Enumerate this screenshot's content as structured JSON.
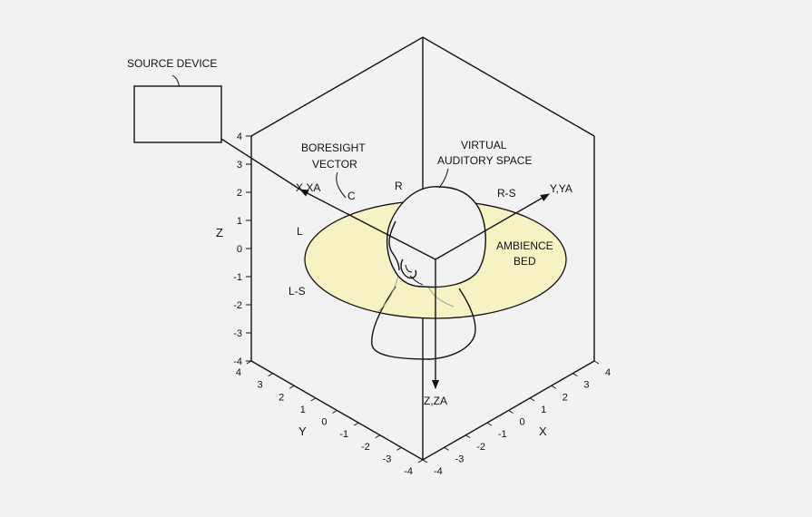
{
  "source_device": {
    "label": "SOURCE DEVICE"
  },
  "boresight": {
    "line1": "BORESIGHT",
    "line2": "VECTOR"
  },
  "virtual_space": {
    "line1": "VIRTUAL",
    "line2": "AUDITORY SPACE"
  },
  "ambience": {
    "line1": "AMBIENCE",
    "line2": "BED"
  },
  "axes": {
    "x_axis": "X,XA",
    "y_axis": "Y,YA",
    "z_axis": "Z,ZA"
  },
  "channels": {
    "c": "C",
    "r": "R",
    "l": "L",
    "ls": "L-S",
    "rs": "R-S"
  },
  "frame": {
    "z_title": "Z",
    "y_title": "Y",
    "x_title": "X",
    "z_ticks": [
      "4",
      "3",
      "2",
      "1",
      "0",
      "-1",
      "-2",
      "-3",
      "-4"
    ],
    "y_ticks": [
      "4",
      "3",
      "2",
      "1",
      "0",
      "-1",
      "-2",
      "-3",
      "-4"
    ],
    "x_ticks": [
      "-4",
      "-3",
      "-2",
      "-1",
      "0",
      "1",
      "2",
      "3",
      "4"
    ]
  },
  "colors": {
    "bed_fill": "#f7f2c4",
    "line": "#111111",
    "background": "#f2f2f2"
  }
}
